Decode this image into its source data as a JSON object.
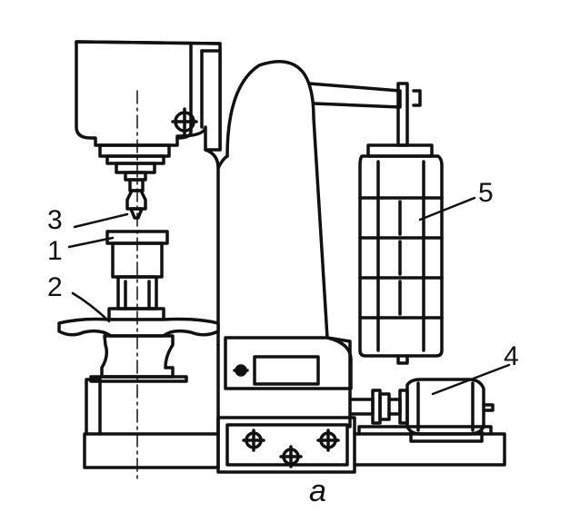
{
  "figure": {
    "callouts": [
      {
        "key": "spindle",
        "text": "3"
      },
      {
        "key": "specimen",
        "text": "1"
      },
      {
        "key": "table",
        "text": "2"
      },
      {
        "key": "weights",
        "text": "5"
      },
      {
        "key": "motor",
        "text": "4"
      }
    ],
    "caption": "a",
    "ink_color": "#111111",
    "background_color": "#ffffff"
  }
}
